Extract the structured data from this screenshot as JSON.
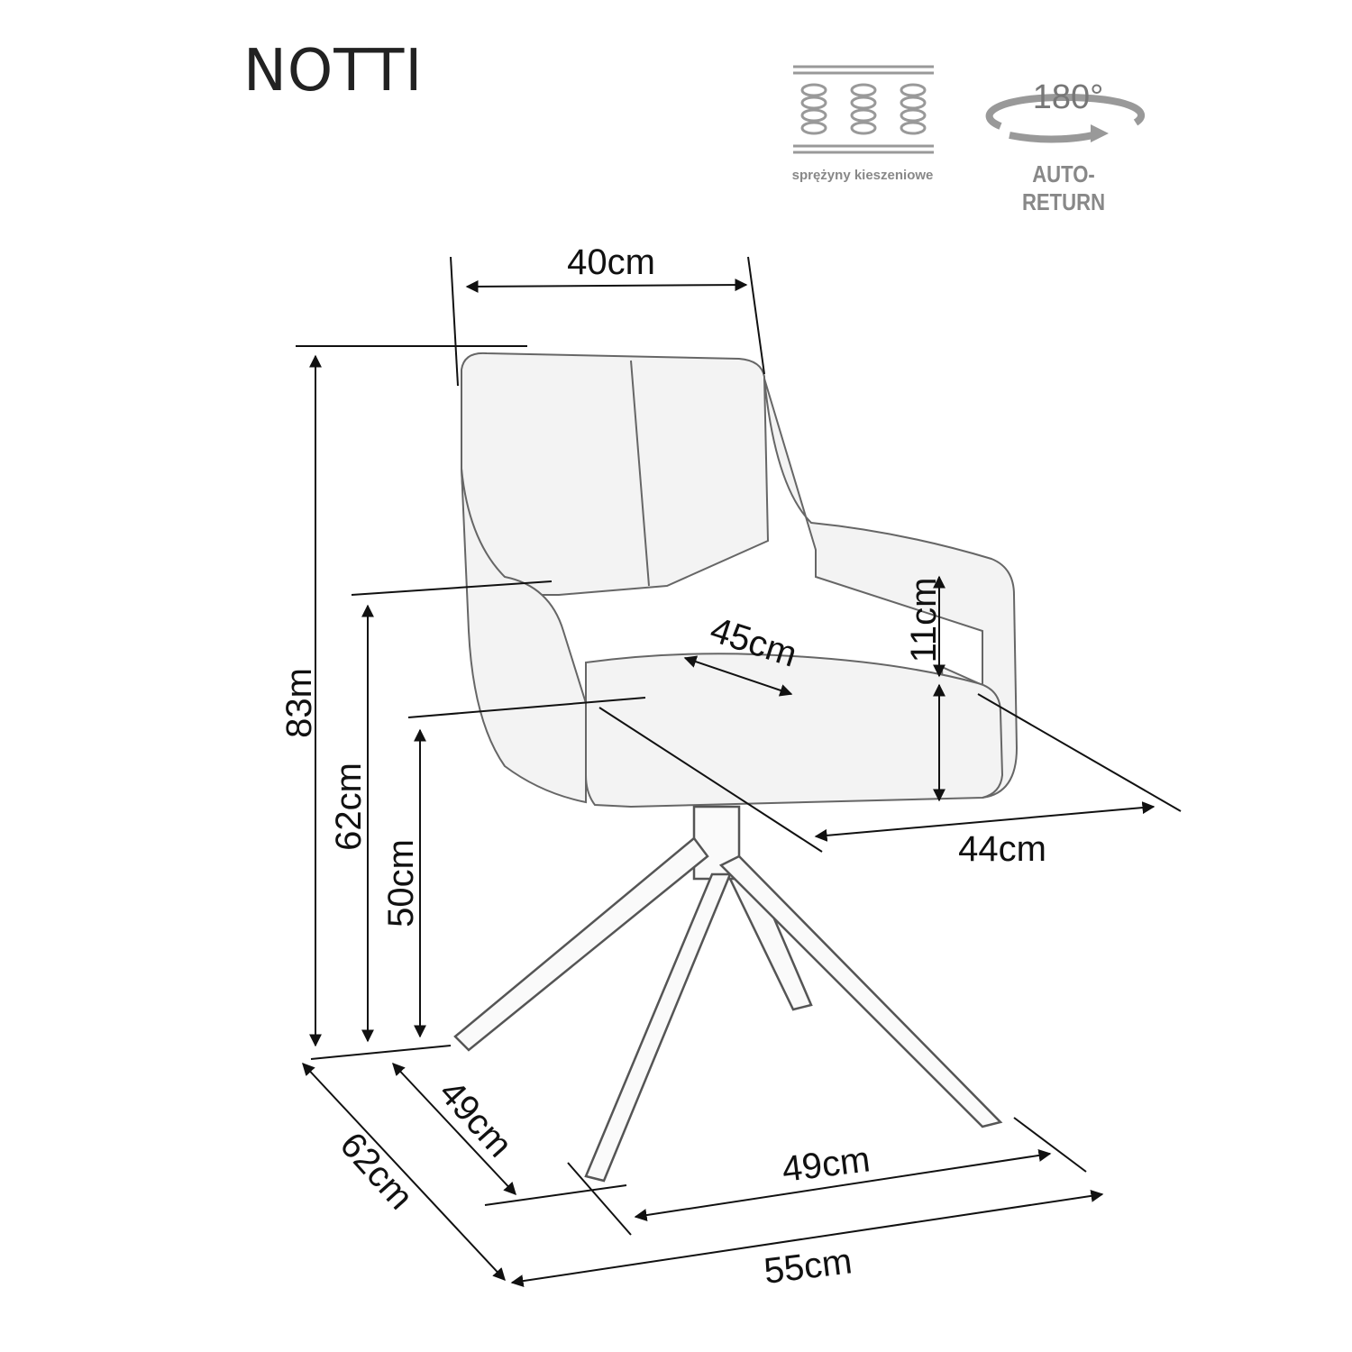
{
  "title": "NOTTI",
  "features": {
    "springs": {
      "caption": "sprężyny kieszeniowe",
      "icon": "pocket-springs-icon"
    },
    "rotation": {
      "angle": "180°",
      "caption": "AUTO-RETURN",
      "icon": "rotation-180-icon"
    }
  },
  "dimensions": {
    "backrest_width": "40cm",
    "total_height": "83m",
    "armrest_height": "62cm",
    "seat_height": "50cm",
    "seat_depth": "45cm",
    "armrest_to_seat": "11cm",
    "seat_width": "44cm",
    "base_depth": "49cm",
    "total_depth": "62cm",
    "base_width": "49cm",
    "total_width": "55cm"
  },
  "colors": {
    "line": "#111111",
    "caption": "#888888",
    "chair_fill": "#f3f3f3"
  }
}
